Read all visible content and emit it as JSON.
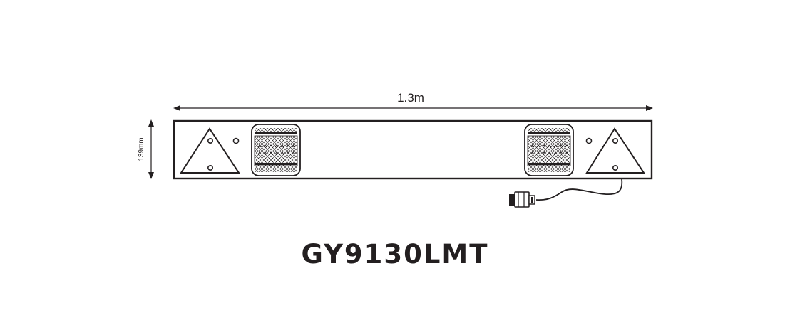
{
  "dimensions": {
    "length_label": "1.3m",
    "height_label": "139mm"
  },
  "product": {
    "code": "GY9130LMT"
  },
  "colors": {
    "line": "#231f20",
    "background": "#ffffff"
  }
}
